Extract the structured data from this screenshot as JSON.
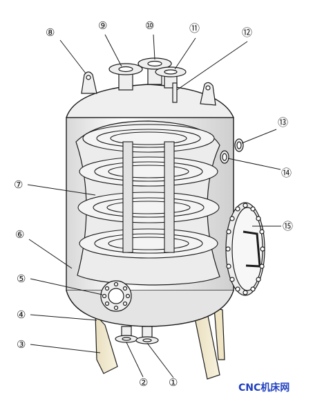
{
  "callouts": [
    {
      "id": "1",
      "label": "①"
    },
    {
      "id": "2",
      "label": "②"
    },
    {
      "id": "3",
      "label": "③"
    },
    {
      "id": "4",
      "label": "④"
    },
    {
      "id": "5",
      "label": "⑤"
    },
    {
      "id": "6",
      "label": "⑥"
    },
    {
      "id": "7",
      "label": "⑦"
    },
    {
      "id": "8",
      "label": "⑧"
    },
    {
      "id": "9",
      "label": "⑨"
    },
    {
      "id": "10",
      "label": "⑩"
    },
    {
      "id": "11",
      "label": "⑪"
    },
    {
      "id": "12",
      "label": "⑫"
    },
    {
      "id": "13",
      "label": "⑬"
    },
    {
      "id": "14",
      "label": "⑭"
    },
    {
      "id": "15",
      "label": "⑮"
    }
  ],
  "watermark": "CNC机床网",
  "colors": {
    "watermark": "#1f3fbf",
    "line": "#1a1a1a",
    "leg_fill": "#f3ead0"
  }
}
